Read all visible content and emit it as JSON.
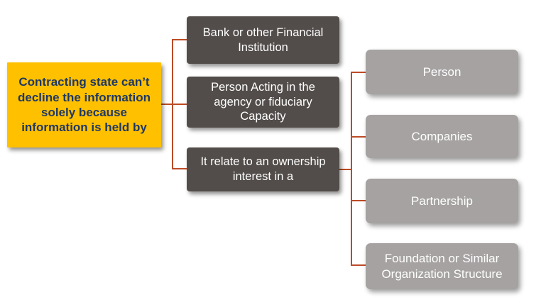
{
  "diagram": {
    "title": "Information exchange hierarchy diagram",
    "root": {
      "label": "Contracting state can’t decline the information solely because information is held by"
    },
    "level2": [
      {
        "label": "Bank or other Financial Institution"
      },
      {
        "label": "Person Acting in the agency or fiduciary Capacity"
      },
      {
        "label": "It relate to an ownership interest in a"
      }
    ],
    "level3": [
      {
        "label": "Person"
      },
      {
        "label": "Companies"
      },
      {
        "label": "Partnership"
      },
      {
        "label": "Foundation or Similar Organization Structure"
      }
    ],
    "colors": {
      "background": "#FFFFFF",
      "root_fill": "#FFC000",
      "root_text": "#1F3864",
      "level2_fill": "#524D4A",
      "level2_text": "#FFFFFF",
      "level3_fill": "#A5A2A1",
      "level3_text": "#FFFFFF",
      "connector": "#BC4B26"
    }
  }
}
